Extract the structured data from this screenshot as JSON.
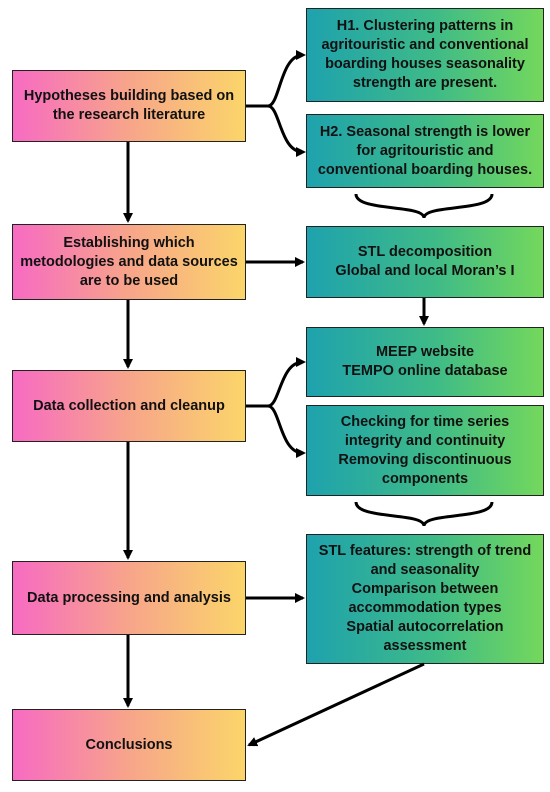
{
  "steps": {
    "hypotheses": "Hypotheses building based on\nthe research literature",
    "methodology": "Establishing which\nmetodologies and data sources\nare to be used",
    "collection": "Data collection and cleanup",
    "processing": "Data processing and analysis",
    "conclusions": "Conclusions"
  },
  "details": {
    "h1": "H1. Clustering patterns in\nagritouristic and conventional\nboarding houses seasonality\nstrength are present.",
    "h2": "H2. Seasonal strength is lower\nfor agritouristic and\nconventional boarding houses.",
    "stl": "STL decomposition\nGlobal and local Moran’s I",
    "sources": "MEEP website\nTEMPO online database",
    "checking": "Checking for time series\nintegrity and continuity\nRemoving discontinuous\ncomponents",
    "features": "STL features: strength of trend\nand seasonality\nComparison between\naccommodation types\nSpatial autocorrelation\nassessment"
  }
}
